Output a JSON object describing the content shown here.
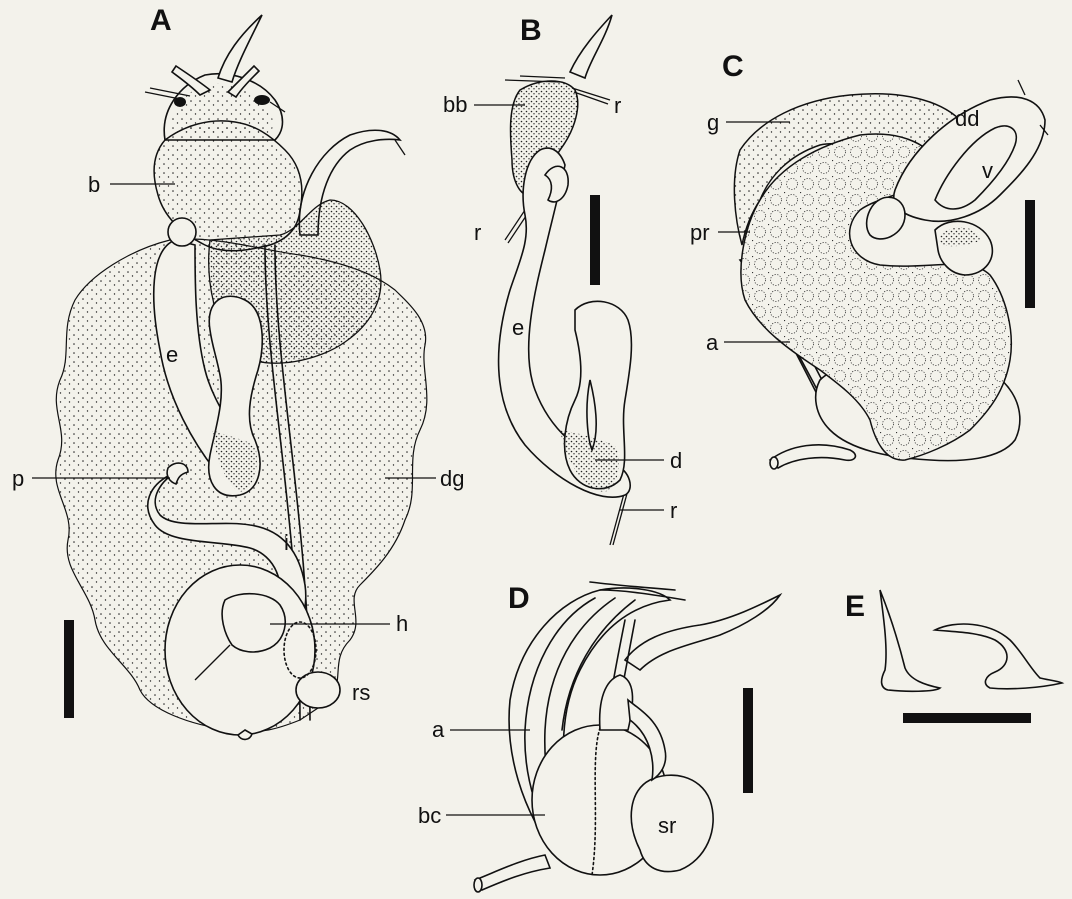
{
  "panels": {
    "A": {
      "letter": "A",
      "labels": {
        "b": "b",
        "e": "e",
        "p": "p",
        "dg": "dg",
        "i": "i",
        "h": "h",
        "rs": "rs"
      }
    },
    "B": {
      "letter": "B",
      "labels": {
        "bb": "bb",
        "r_top": "r",
        "r_left": "r",
        "e": "e",
        "d": "d",
        "r_bottom": "r"
      }
    },
    "C": {
      "letter": "C",
      "labels": {
        "g": "g",
        "dd": "dd",
        "v": "v",
        "pr": "pr",
        "a": "a"
      }
    },
    "D": {
      "letter": "D",
      "labels": {
        "a": "a",
        "bc": "bc",
        "sr": "sr"
      }
    },
    "E": {
      "letter": "E"
    }
  },
  "colors": {
    "ink": "#111111",
    "paper": "#f3f2eb"
  }
}
